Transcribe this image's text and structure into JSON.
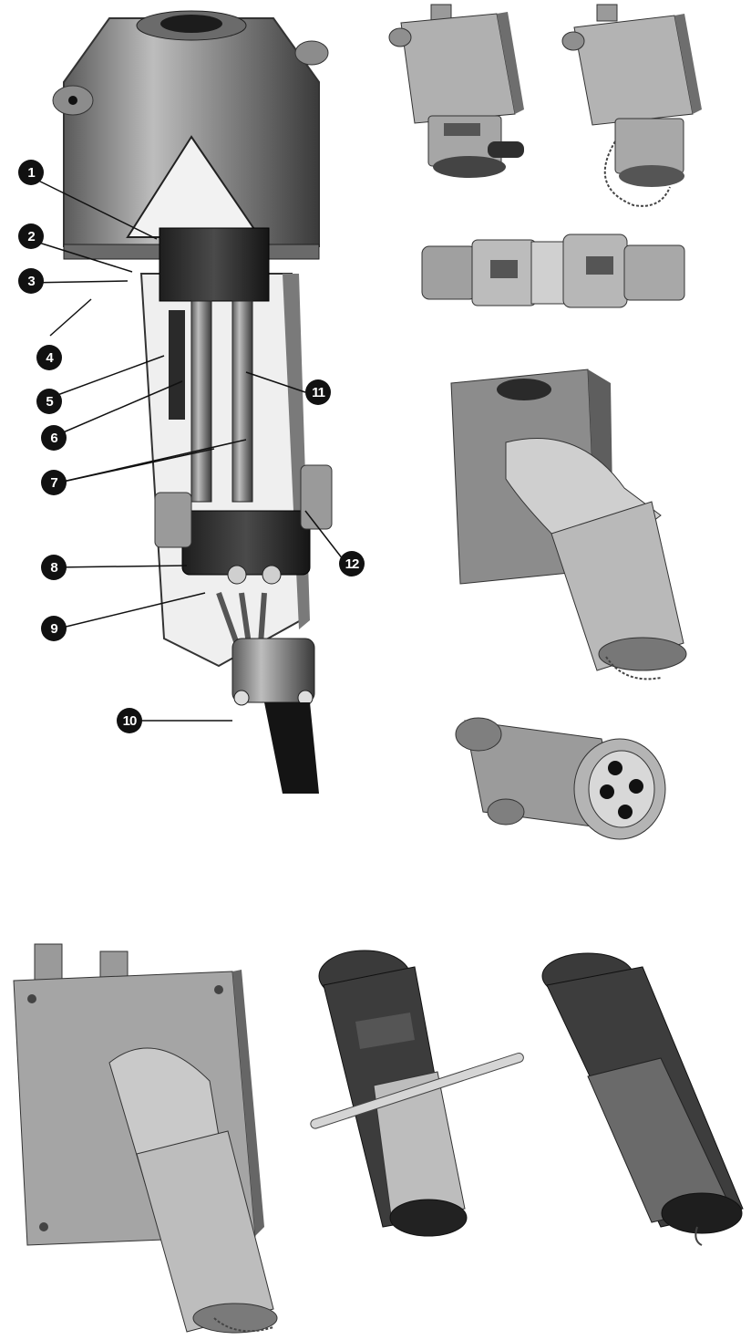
{
  "callouts": [
    "1",
    "2",
    "3",
    "4",
    "5",
    "6",
    "7",
    "8",
    "9",
    "10",
    "11",
    "12"
  ],
  "colors": {
    "background": "#ffffff",
    "metal_light": "#d8d8d8",
    "metal_mid": "#9a9a9a",
    "metal_dark": "#444444",
    "callout_fill": "#111111",
    "callout_text": "#ffffff"
  },
  "figures": [
    {
      "name": "cutaway-receptacle"
    },
    {
      "name": "receptacle-with-plug"
    },
    {
      "name": "receptacle-with-chain-cap"
    },
    {
      "name": "inline-connector"
    },
    {
      "name": "angled-receptacle-box"
    },
    {
      "name": "four-pin-plug"
    },
    {
      "name": "square-box-angled-receptacle"
    },
    {
      "name": "plug-with-tommy-bar"
    },
    {
      "name": "plug-with-cap"
    }
  ]
}
